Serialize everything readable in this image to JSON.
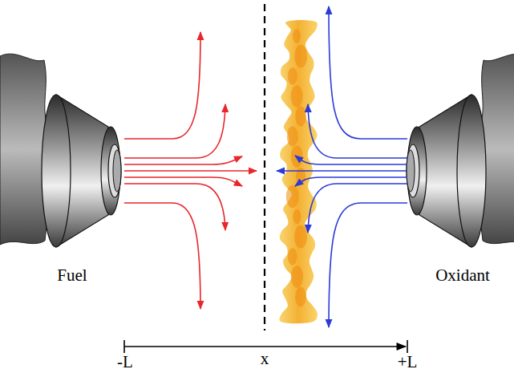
{
  "diagram": {
    "labels": [
      "Fuel",
      "Oxidant",
      "-L",
      "x",
      "+L"
    ]
  }
}
